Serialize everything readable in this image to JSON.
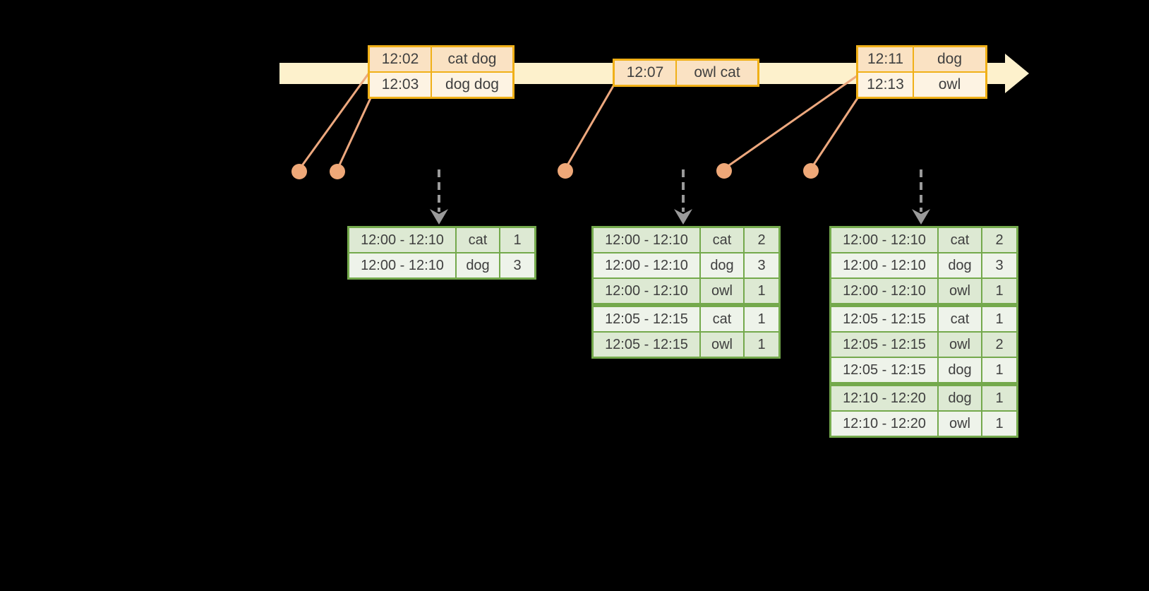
{
  "colors": {
    "background": "#000000",
    "timeline_band": "#fdf1cc",
    "event_border": "#f0b018",
    "event_row_dark": "#fae2c3",
    "event_row_light": "#fdf3e3",
    "result_border": "#74a94c",
    "result_row_dark": "#dde9d3",
    "result_row_light": "#eef3ea",
    "connector": "#eda87e",
    "dot": "#efa878",
    "arrow_gray": "#9a9a9a",
    "text": "#3f3f3f"
  },
  "event_tables": [
    {
      "id": "events-1",
      "rows": [
        {
          "time": "12:02",
          "words": "cat dog"
        },
        {
          "time": "12:03",
          "words": "dog dog"
        }
      ]
    },
    {
      "id": "events-2",
      "rows": [
        {
          "time": "12:07",
          "words": "owl cat"
        }
      ]
    },
    {
      "id": "events-3",
      "rows": [
        {
          "time": "12:11",
          "words": "dog"
        },
        {
          "time": "12:13",
          "words": "owl"
        }
      ]
    }
  ],
  "result_tables": [
    {
      "id": "counts-1",
      "rows": [
        {
          "window": "12:00 - 12:10",
          "word": "cat",
          "count": "1"
        },
        {
          "window": "12:00 - 12:10",
          "word": "dog",
          "count": "3"
        }
      ]
    },
    {
      "id": "counts-2",
      "rows": [
        {
          "window": "12:00 - 12:10",
          "word": "cat",
          "count": "2"
        },
        {
          "window": "12:00 - 12:10",
          "word": "dog",
          "count": "3"
        },
        {
          "window": "12:00 - 12:10",
          "word": "owl",
          "count": "1"
        },
        {
          "window": "12:05 - 12:15",
          "word": "cat",
          "count": "1"
        },
        {
          "window": "12:05 - 12:15",
          "word": "owl",
          "count": "1"
        }
      ]
    },
    {
      "id": "counts-3",
      "rows": [
        {
          "window": "12:00 - 12:10",
          "word": "cat",
          "count": "2"
        },
        {
          "window": "12:00 - 12:10",
          "word": "dog",
          "count": "3"
        },
        {
          "window": "12:00 - 12:10",
          "word": "owl",
          "count": "1"
        },
        {
          "window": "12:05 - 12:15",
          "word": "cat",
          "count": "1"
        },
        {
          "window": "12:05 - 12:15",
          "word": "owl",
          "count": "2"
        },
        {
          "window": "12:05 - 12:15",
          "word": "dog",
          "count": "1"
        },
        {
          "window": "12:10 - 12:20",
          "word": "dog",
          "count": "1"
        },
        {
          "window": "12:10 - 12:20",
          "word": "owl",
          "count": "1"
        }
      ]
    }
  ]
}
